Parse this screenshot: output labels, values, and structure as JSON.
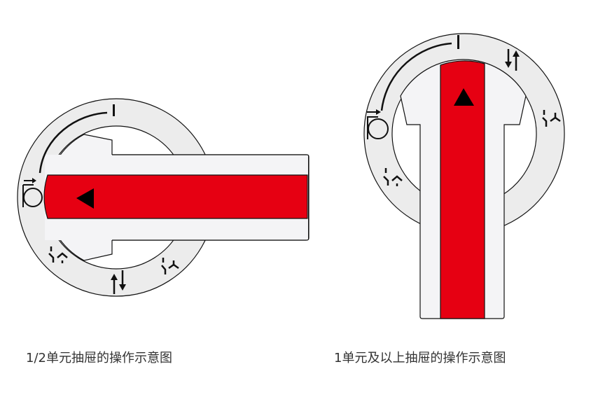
{
  "colors": {
    "ring": "#ececec",
    "handle": "#f4f4f6",
    "red": "#e60012",
    "stroke": "#111111",
    "text": "#333333"
  },
  "diagrams": [
    {
      "id": "half-unit",
      "orientation": "horizontal",
      "pointer": "left-triangle",
      "caption": "1/2单元抽屉的操作示意图",
      "symbols": [
        "position-I-mark",
        "connected-arc-arrow",
        "test-position-symbol",
        "isolated-position-symbol",
        "withdraw-insert-arrows",
        "separated-position-symbol"
      ]
    },
    {
      "id": "full-unit",
      "orientation": "vertical",
      "pointer": "up-triangle",
      "caption": "1单元及以上抽屉的操作示意图",
      "symbols": [
        "position-I-mark",
        "connected-arc-arrow",
        "test-position-symbol",
        "isolated-position-symbol",
        "withdraw-insert-arrows",
        "separated-position-symbol"
      ]
    }
  ]
}
